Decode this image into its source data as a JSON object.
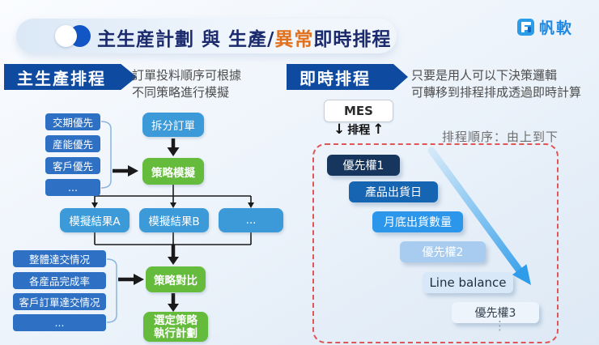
{
  "header": {
    "title_part1": "主生産計劃 與 生產/",
    "title_highlight": "異常",
    "title_part2": "即時排程",
    "logo_text": "帆軟",
    "title_color": "#1c2b6e",
    "highlight_color": "#e2711d"
  },
  "left_section": {
    "banner_label": "主生產排程",
    "description_line1": "訂單投料順序可根據",
    "description_line2": "不同策略進行模擬",
    "strategy_inputs": [
      "交期優先",
      "産能優先",
      "客戶優先",
      "..."
    ],
    "split_order_label": "拆分訂單",
    "strategy_sim_label": "策略模擬",
    "results": [
      "模擬結果A",
      "模擬結果B",
      "..."
    ],
    "metrics": [
      "整體達交情况",
      "各産品完成率",
      "客戶訂單達交情况",
      "..."
    ],
    "strategy_compare_label": "策略對比",
    "final_label_line1": "選定策略",
    "final_label_line2": "執行計劃"
  },
  "right_section": {
    "banner_label": "即時排程",
    "description_line1": "只要是用人可以下決策邏輯",
    "description_line2": "可轉移到排程排成透過即時計算",
    "mes_label": "MES",
    "down_arrow": "↓",
    "schedule_label": "排程",
    "up_arrow": "↑",
    "order_note": "排程順序：由上到下",
    "priorities": [
      {
        "label": "優先權1",
        "bg": "#16365e",
        "fg": "#ffffff"
      },
      {
        "label": "產品出貨日",
        "bg": "#1565b2",
        "fg": "#ffffff"
      },
      {
        "label": "月底出貨數量",
        "bg": "#2b96ea",
        "fg": "#ffffff"
      },
      {
        "label": "優先權2",
        "bg": "#a7ccf0",
        "fg": "#ffffff"
      },
      {
        "label": "Line balance",
        "bg": "#d9e8f8",
        "fg": "#1f2c3d"
      },
      {
        "label": "優先權3",
        "bg": "#edf4fb",
        "fg": "#33404f"
      }
    ],
    "more_indicator": "⋮"
  },
  "colors": {
    "banner_bg": "#0e4aa0",
    "input_box_bg": "#2e71c4",
    "flow_box_bg": "#3d9ad8",
    "green_box_bg": "#65bb3b",
    "dashed_border": "#e05555",
    "diagonal_arrow": "#35a0ea",
    "background_top": "#fafcff",
    "background_bottom": "#dde9f5"
  }
}
